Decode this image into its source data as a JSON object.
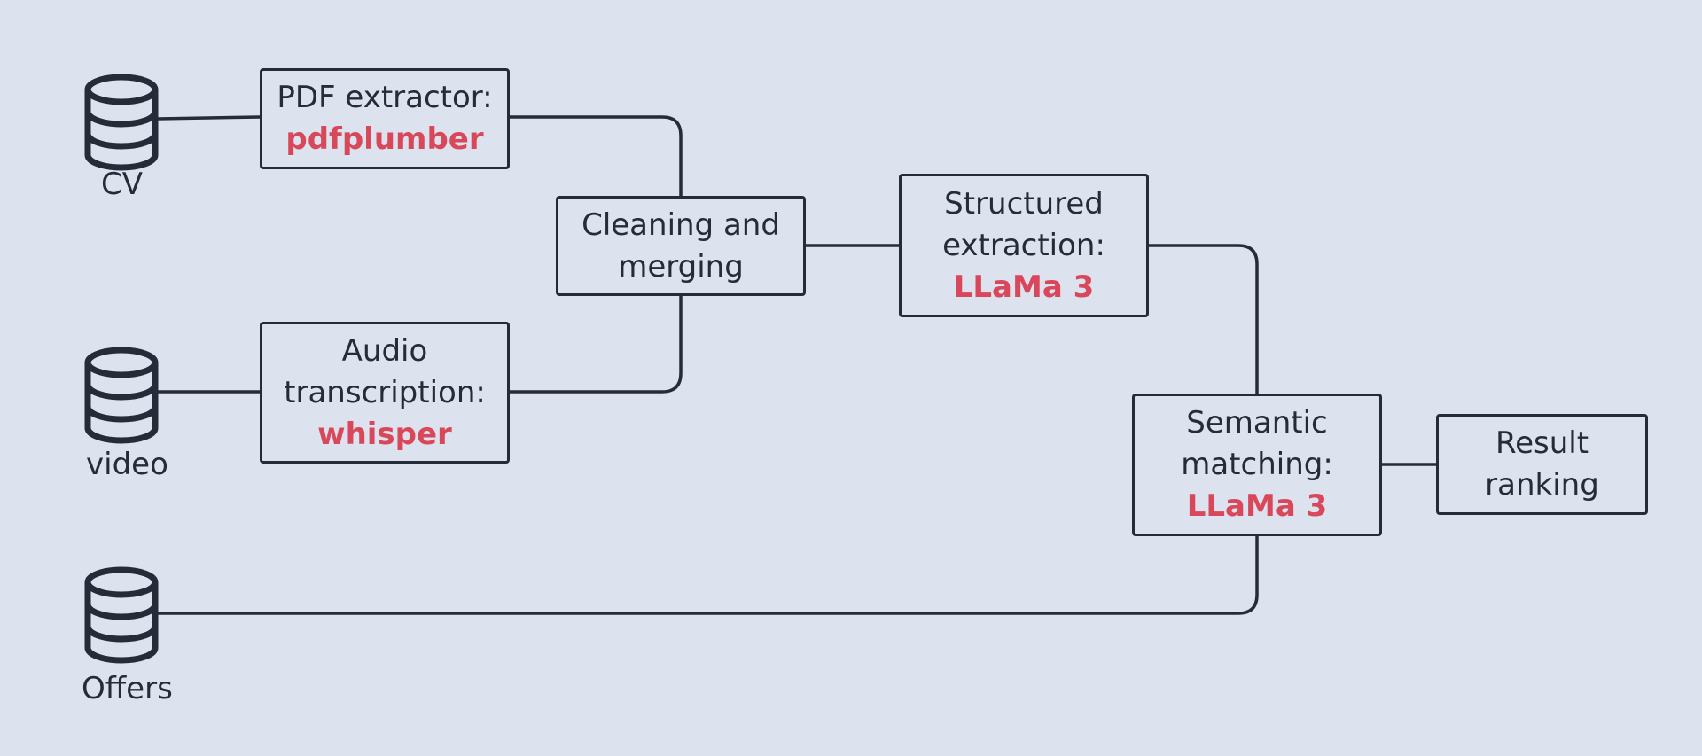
{
  "colors": {
    "background": "#dde3ee",
    "stroke": "#262b3a",
    "highlight": "#d9485a"
  },
  "sources": {
    "cv": {
      "label": "CV",
      "icon": "database-icon"
    },
    "video": {
      "label": "video",
      "icon": "database-icon"
    },
    "offers": {
      "label": "Offers",
      "icon": "database-icon"
    }
  },
  "nodes": {
    "pdf_extractor": {
      "line1": "PDF extractor:",
      "tool": "pdfplumber"
    },
    "audio_transcription": {
      "line1": "Audio",
      "line2": "transcription:",
      "tool": "whisper"
    },
    "cleaning_merging": {
      "line1": "Cleaning and",
      "line2": "merging"
    },
    "structured_extraction": {
      "line1": "Structured",
      "line2": "extraction:",
      "tool": "LLaMa 3"
    },
    "semantic_matching": {
      "line1": "Semantic",
      "line2": "matching:",
      "tool": "LLaMa 3"
    },
    "result_ranking": {
      "line1": "Result",
      "line2": "ranking"
    }
  },
  "edges": [
    {
      "from": "cv",
      "to": "pdf_extractor"
    },
    {
      "from": "video",
      "to": "audio_transcription"
    },
    {
      "from": "pdf_extractor",
      "to": "cleaning_merging"
    },
    {
      "from": "audio_transcription",
      "to": "cleaning_merging"
    },
    {
      "from": "cleaning_merging",
      "to": "structured_extraction"
    },
    {
      "from": "structured_extraction",
      "to": "semantic_matching"
    },
    {
      "from": "offers",
      "to": "semantic_matching"
    },
    {
      "from": "semantic_matching",
      "to": "result_ranking"
    }
  ]
}
